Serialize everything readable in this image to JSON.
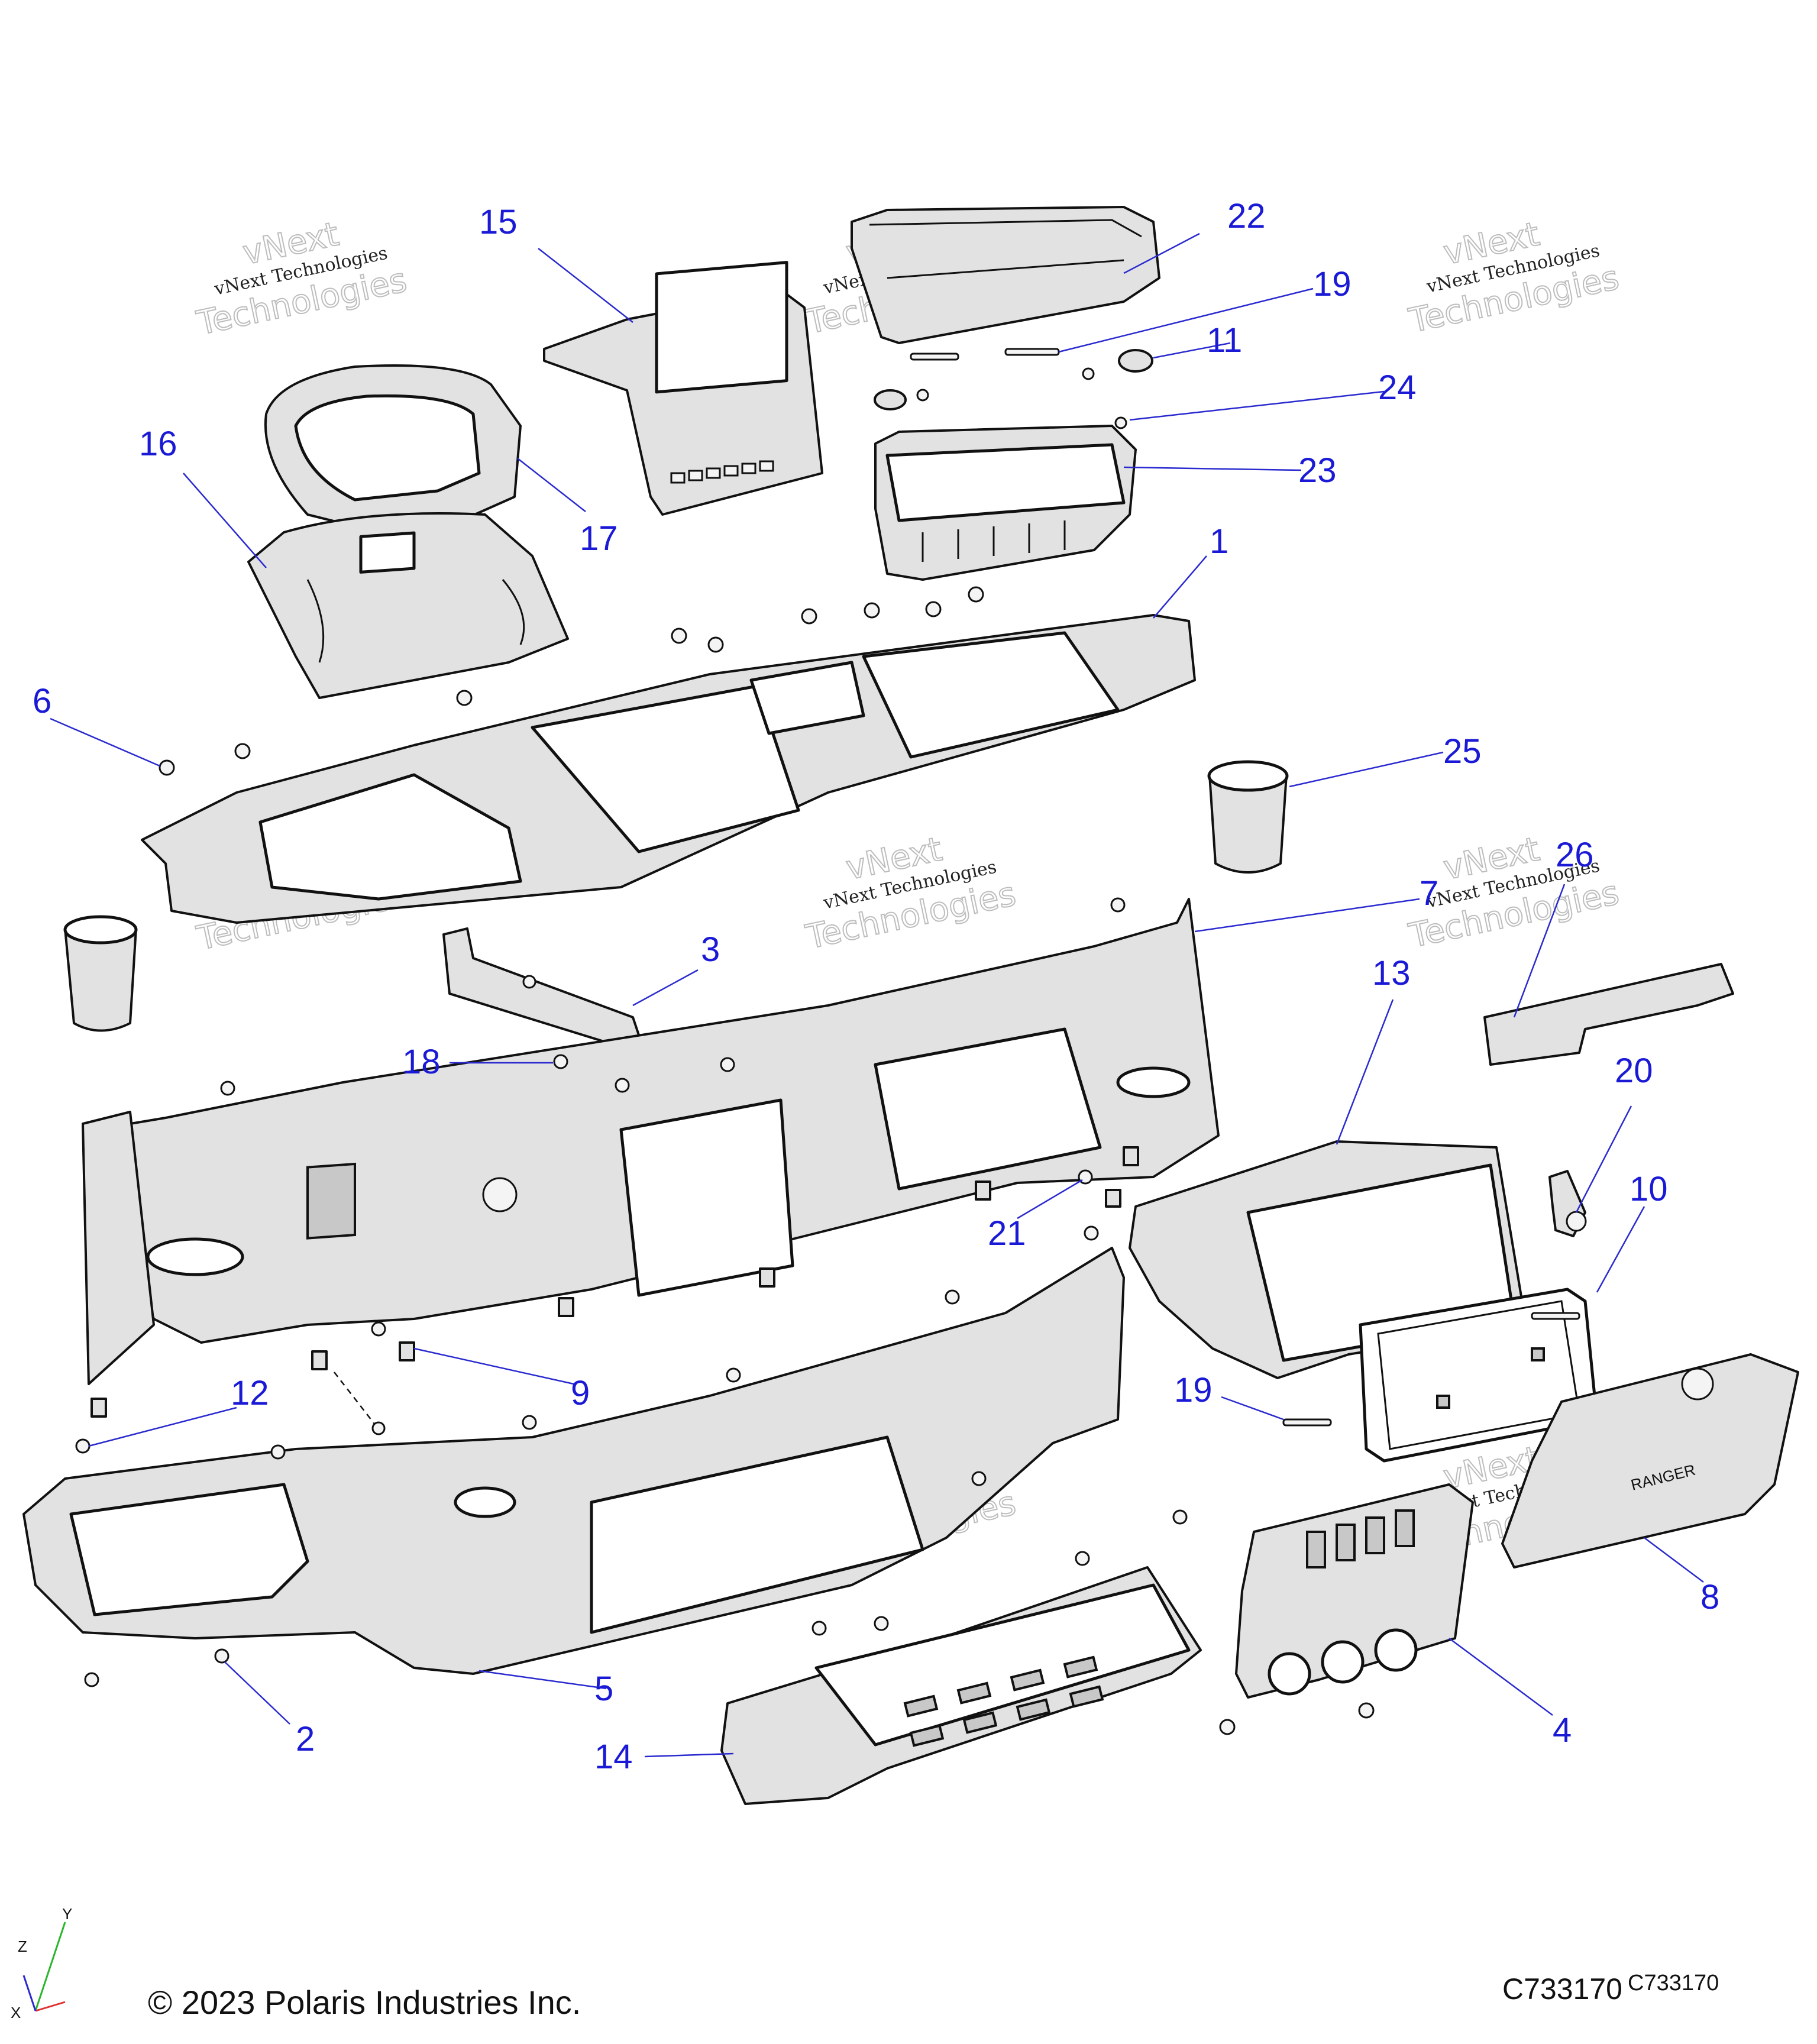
{
  "callouts": [
    {
      "label": "1"
    },
    {
      "label": "2"
    },
    {
      "label": "3"
    },
    {
      "label": "4"
    },
    {
      "label": "5"
    },
    {
      "label": "6"
    },
    {
      "label": "7"
    },
    {
      "label": "8"
    },
    {
      "label": "9"
    },
    {
      "label": "10"
    },
    {
      "label": "11"
    },
    {
      "label": "12"
    },
    {
      "label": "13"
    },
    {
      "label": "14"
    },
    {
      "label": "15"
    },
    {
      "label": "16"
    },
    {
      "label": "17"
    },
    {
      "label": "18"
    },
    {
      "label": "19"
    },
    {
      "label": "19"
    },
    {
      "label": "20"
    },
    {
      "label": "21"
    },
    {
      "label": "22"
    },
    {
      "label": "23"
    },
    {
      "label": "24"
    },
    {
      "label": "25"
    },
    {
      "label": "26"
    }
  ],
  "watermark": {
    "line1": "vNext",
    "line2": "vNext Technologies",
    "line3": "Technologies"
  },
  "emblem_text": "RANGER",
  "footer": {
    "copyright": "© 2023 Polaris Industries Inc.",
    "drawing_code": "C733170",
    "drawing_code_small": "C733170"
  },
  "axes": {
    "y": "Y",
    "z": "Z",
    "x": "X"
  },
  "colors": {
    "callout": "#1a1ad6",
    "line": "#111111",
    "shade": "#e2e2e2"
  }
}
